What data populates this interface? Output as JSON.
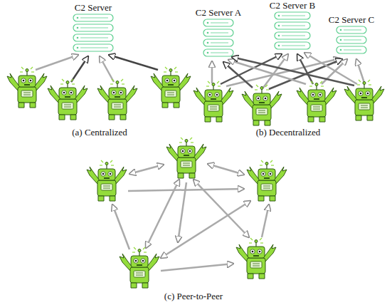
{
  "diagram": {
    "nodes": [
      {
        "text": [
          "C2 Server"
        ]
      },
      {
        "text": [
          "C2 Server A"
        ]
      },
      {
        "text": [
          "C2 Server B"
        ]
      },
      {
        "text": [
          "C2 Server C"
        ]
      }
    ],
    "labels": [
      "(a) Centralized",
      "(b) Decentralized",
      "(c) Peer-to-Peer"
    ]
  }
}
